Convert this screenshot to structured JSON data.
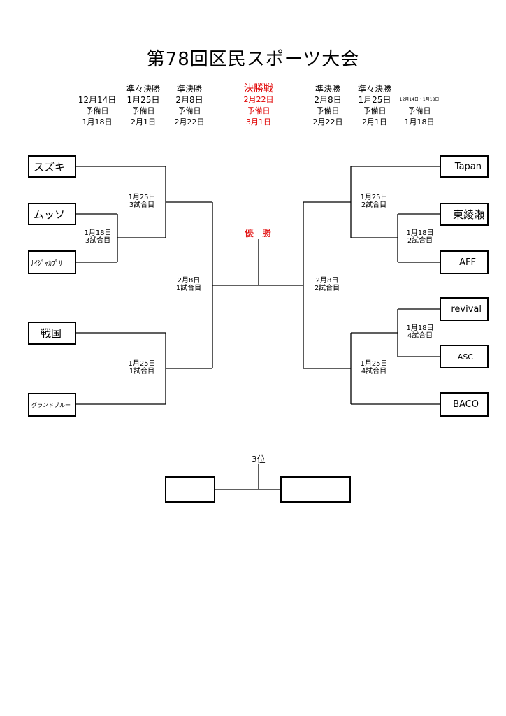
{
  "title": "第78回区民スポーツ大会",
  "schedule": {
    "col1": {
      "r2": "12月14日",
      "r3": "予備日",
      "r4": "1月18日"
    },
    "col2": {
      "r1": "準々決勝",
      "r2": "1月25日",
      "r3": "予備日",
      "r4": "2月1日"
    },
    "col3": {
      "r1": "準決勝",
      "r2": "2月8日",
      "r3": "予備日",
      "r4": "2月22日"
    },
    "col4": {
      "r1": "決勝戦",
      "r2": "2月22日",
      "r3": "予備日",
      "r4": "3月1日"
    },
    "col5": {
      "r1": "準決勝",
      "r2": "2月8日",
      "r3": "予備日",
      "r4": "2月22日"
    },
    "col6": {
      "r1": "準々決勝",
      "r2": "1月25日",
      "r3": "予備日",
      "r4": "2月1日"
    },
    "col7": {
      "r2": "12月14日・1月18日",
      "r3": "予備日",
      "r4": "1月18日"
    }
  },
  "teams_left": [
    "スズキ",
    "ムッソ",
    "ﾅｲｼﾞｬｶﾌﾟﾘ",
    "戦国",
    "グランドブルー"
  ],
  "teams_right": [
    "Tapan",
    "東綾瀬",
    "AFF",
    "revival",
    "ASC",
    "BACO"
  ],
  "matches": {
    "l_qf3": {
      "date": "1月25日",
      "name": "3試合目"
    },
    "l_r1_3": {
      "date": "1月18日",
      "name": "3試合目"
    },
    "l_sf1": {
      "date": "2月8日",
      "name": "1試合目"
    },
    "l_qf1": {
      "date": "1月25日",
      "name": "1試合目"
    },
    "r_qf2": {
      "date": "1月25日",
      "name": "2試合目"
    },
    "r_r1_2": {
      "date": "1月18日",
      "name": "2試合目"
    },
    "r_sf2": {
      "date": "2月8日",
      "name": "2試合目"
    },
    "r_r1_4": {
      "date": "1月18日",
      "name": "4試合目"
    },
    "r_qf4": {
      "date": "1月25日",
      "name": "4試合目"
    }
  },
  "champion_label": "優 勝",
  "third_place_label": "3位"
}
